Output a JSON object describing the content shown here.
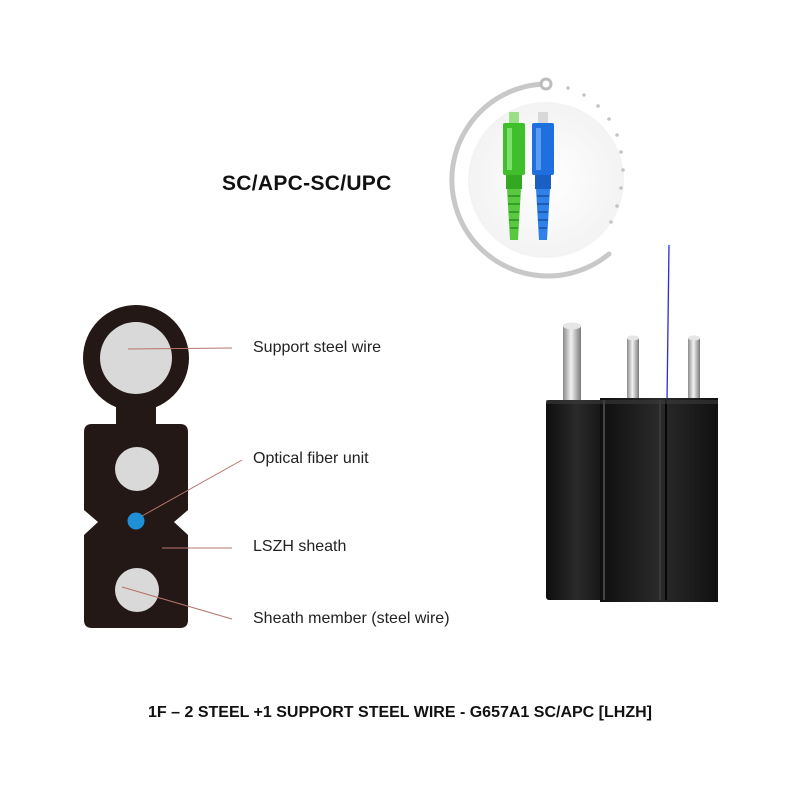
{
  "connector": {
    "title": "SC/APC-SC/UPC"
  },
  "cross_section": {
    "labels": [
      {
        "id": "support",
        "text": "Support steel wire"
      },
      {
        "id": "fiber",
        "text": "Optical fiber unit"
      },
      {
        "id": "sheath",
        "text": "LSZH sheath"
      },
      {
        "id": "member",
        "text": "Sheath member (steel wire)"
      }
    ]
  },
  "caption": "1F – 2 STEEL +1 SUPPORT STEEL WIRE - G657A1 SC/APC [LHZH]",
  "colors": {
    "sheath": "#231815",
    "steel": "#d9d9d9",
    "fiber": "#1f8fd6",
    "leader": "#b5746a",
    "apc_connector": "#3fbf2a",
    "upc_connector": "#1f6fe0"
  }
}
